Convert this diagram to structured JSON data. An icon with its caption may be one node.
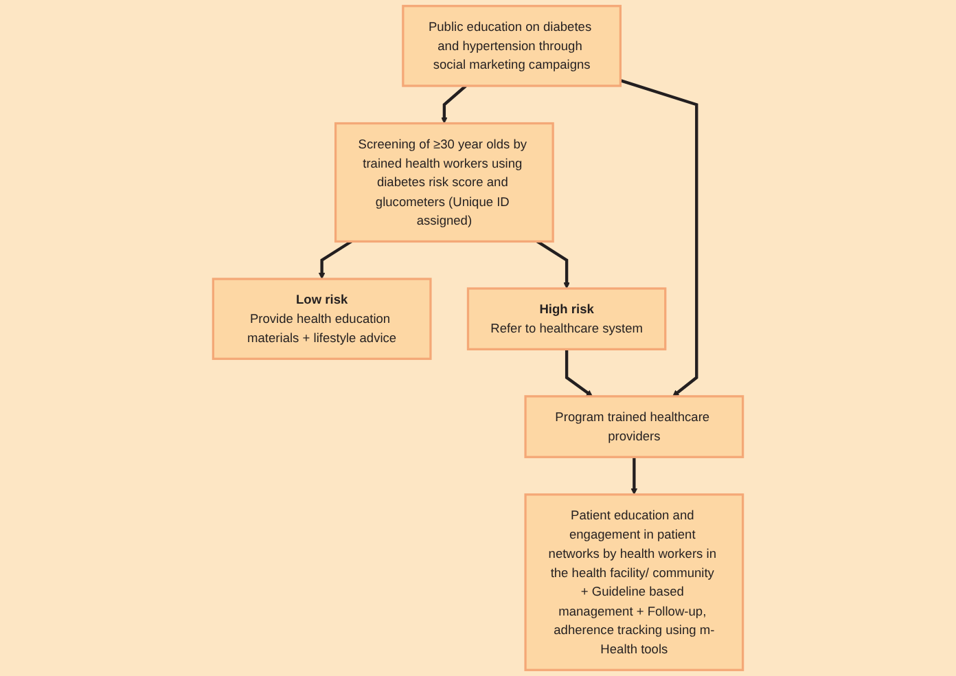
{
  "diagram": {
    "nodes": [
      {
        "text": [
          "Public education on diabetes and hypertension through social marketing campaigns"
        ]
      },
      {
        "text": [
          "Screening of ≥30 year olds by trained health workers using diabetes risk score and glucometers (Unique ID assigned)"
        ]
      },
      {
        "text": [
          "Low risk",
          "Provide health education materials + lifestyle advice"
        ]
      },
      {
        "text": [
          "High risk",
          "Refer to healthcare system"
        ]
      },
      {
        "text": [
          "Program trained healthcare providers"
        ]
      },
      {
        "text": [
          "Patient education and engagement in patient networks by health workers in the health facility/ community + Guideline based management + Follow-up, adherence tracking using m-Health tools"
        ]
      }
    ],
    "edges": [
      {
        "from": 0,
        "to": 1,
        "arrow": "to"
      },
      {
        "from": 1,
        "to": 2,
        "arrow": "to"
      },
      {
        "from": 1,
        "to": 3,
        "arrow": "to"
      },
      {
        "from": 0,
        "to": 4,
        "arrow": "to"
      },
      {
        "from": 3,
        "to": 4,
        "arrow": "to"
      },
      {
        "from": 4,
        "to": 5,
        "arrow": "to"
      }
    ]
  }
}
